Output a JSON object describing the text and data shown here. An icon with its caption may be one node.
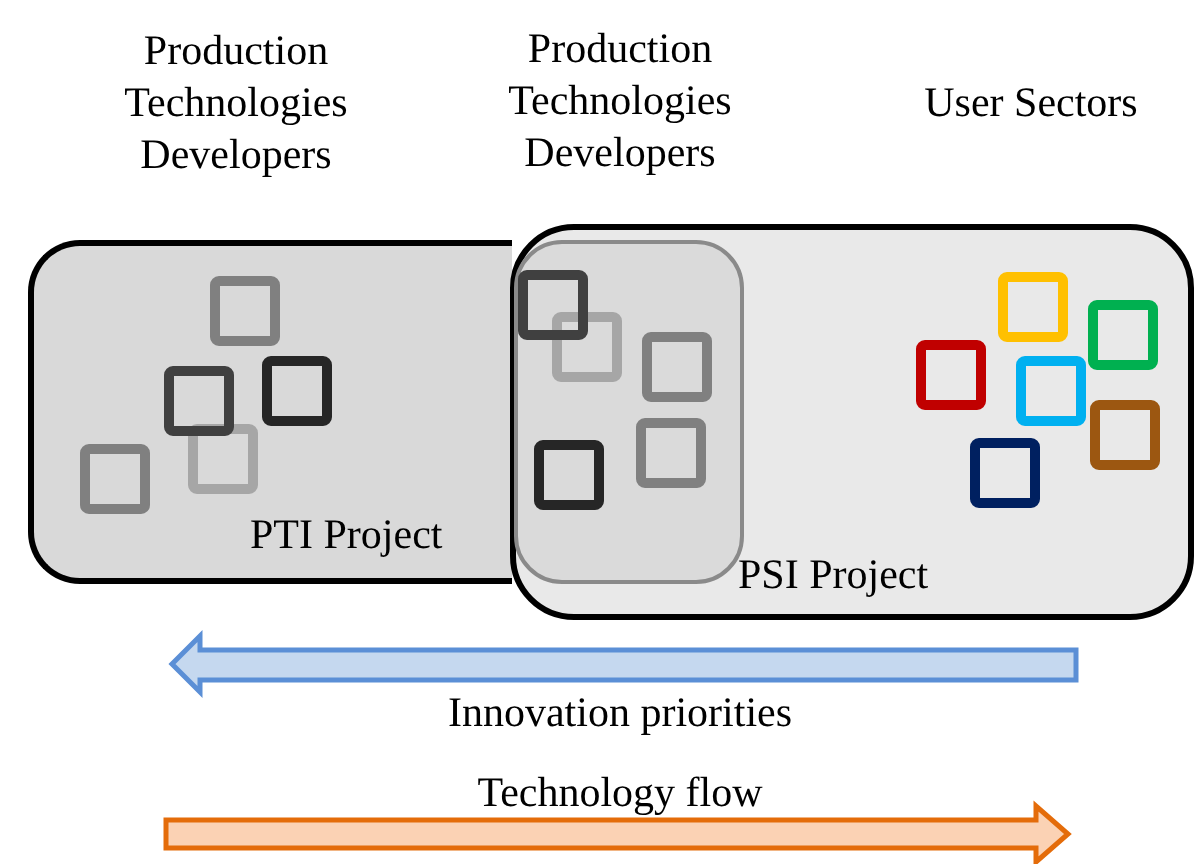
{
  "diagram": {
    "nodes": [
      {
        "text": [
          "Production Technologies Developers",
          "PTI Project"
        ]
      },
      {
        "text": [
          "User Sectors",
          "PSI Project"
        ]
      },
      {
        "text": [
          "Production Technologies Developers"
        ],
        "in": 1
      }
    ],
    "labels": [
      "Innovation priorities",
      "Technology flow"
    ]
  }
}
